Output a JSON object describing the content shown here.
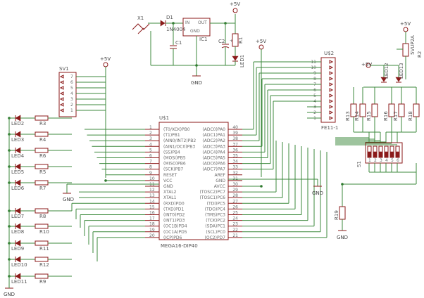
{
  "regulator": {
    "x1": "X1",
    "d1": "D1",
    "d1_value": "1N4004",
    "c1": "C1",
    "ic1": "IC1",
    "ic1_in": "IN",
    "ic1_out": "OUT",
    "ic1_gnd": "GND",
    "c2": "C2",
    "c2_plus": "+",
    "r1": "R1",
    "led1": "LED1",
    "supply": "+5V",
    "gnd": "GND"
  },
  "mcu": {
    "ref": "U$1",
    "part": "MEGA16-DIP40",
    "left_pins": [
      {
        "num": "1",
        "name": "(T0/XCK)PB0"
      },
      {
        "num": "2",
        "name": "(T1)PB1"
      },
      {
        "num": "3",
        "name": "(AIN0/INT2)PB2"
      },
      {
        "num": "4",
        "name": "(AIN1/OC0)PB3"
      },
      {
        "num": "5",
        "name": "(SS)PB4"
      },
      {
        "num": "6",
        "name": "(MOSI)PB5"
      },
      {
        "num": "7",
        "name": "(MISO)PB6"
      },
      {
        "num": "8",
        "name": "(SCK)PB7"
      },
      {
        "num": "9",
        "name": "RESET"
      },
      {
        "num": "10",
        "name": "VCC"
      },
      {
        "num": "11",
        "name": "GND"
      },
      {
        "num": "12",
        "name": "XTAL2"
      },
      {
        "num": "13",
        "name": "XTAL1"
      },
      {
        "num": "14",
        "name": "(RXD)PD0"
      },
      {
        "num": "15",
        "name": "(TXD)PD1"
      },
      {
        "num": "16",
        "name": "(INT0)PD2"
      },
      {
        "num": "17",
        "name": "(INT1)PD3"
      },
      {
        "num": "18",
        "name": "(OC1B)PD4"
      },
      {
        "num": "19",
        "name": "(OC1A)PD5"
      },
      {
        "num": "20",
        "name": "(ICP)PD6"
      }
    ],
    "right_pins": [
      {
        "num": "40",
        "name": "(ADC0)PA0"
      },
      {
        "num": "39",
        "name": "(ADC1)PA1"
      },
      {
        "num": "38",
        "name": "(ADC2)PA2"
      },
      {
        "num": "37",
        "name": "(ADC3)PA3"
      },
      {
        "num": "36",
        "name": "(ADC4)PA4"
      },
      {
        "num": "35",
        "name": "(ADC5)PA5"
      },
      {
        "num": "34",
        "name": "(ADC6)PA6"
      },
      {
        "num": "33",
        "name": "(ADC7)PA7"
      },
      {
        "num": "32",
        "name": "AREF"
      },
      {
        "num": "31",
        "name": "GND"
      },
      {
        "num": "30",
        "name": "AVCC"
      },
      {
        "num": "29",
        "name": "(TOSC2)PC7"
      },
      {
        "num": "28",
        "name": "(TOSC1)PC6"
      },
      {
        "num": "27",
        "name": "(TDI)PC5"
      },
      {
        "num": "26",
        "name": "(TDO)PC4"
      },
      {
        "num": "25",
        "name": "(TMS)PC3"
      },
      {
        "num": "24",
        "name": "(TCK)PC2"
      },
      {
        "num": "23",
        "name": "(SDA)PC1"
      },
      {
        "num": "22",
        "name": "(SCL)PC0"
      },
      {
        "num": "21",
        "name": "(OC2)PD7"
      }
    ]
  },
  "sv1": {
    "ref": "SV1",
    "pins": [
      "7",
      "6",
      "5",
      "4",
      "3",
      "2",
      "1"
    ]
  },
  "u2": {
    "ref": "U$2",
    "part": "FE11-1",
    "pins": [
      "11",
      "10",
      "9",
      "8",
      "7",
      "6",
      "5",
      "4",
      "3",
      "2",
      "1"
    ]
  },
  "leds": [
    {
      "led": "LED2",
      "res": "R3"
    },
    {
      "led": "LED3",
      "res": "R4"
    },
    {
      "led": "LED4",
      "res": "R6"
    },
    {
      "led": "LED5",
      "res": "R5"
    },
    {
      "led": "LED6",
      "res": "R7"
    },
    {
      "led": "LED7",
      "res": "R8"
    },
    {
      "led": "LED8",
      "res": "R10"
    },
    {
      "led": "LED9",
      "res": "R11"
    },
    {
      "led": "LED10",
      "res": "R12"
    },
    {
      "led": "LED11",
      "res": "R9"
    }
  ],
  "right_section": {
    "supply": "+5V",
    "supply2": "+5V",
    "r2": "R2",
    "r2_value": "5VUP2A",
    "led12": "LED12",
    "led13": "LED13",
    "resistors": [
      "R13",
      "R14",
      "R15",
      "R16",
      "R17",
      "R18"
    ],
    "switch": "S1",
    "switch_numbers": [
      "1",
      "2",
      "3",
      "4",
      "5",
      "6"
    ],
    "r19": "R19",
    "gnd": "GND"
  },
  "power": {
    "sv1_supply": "+5V",
    "u2_supply": "+5V",
    "gnd_left": "GND",
    "gnd_mid": "GND",
    "gnd_bottom_left": "GND"
  }
}
